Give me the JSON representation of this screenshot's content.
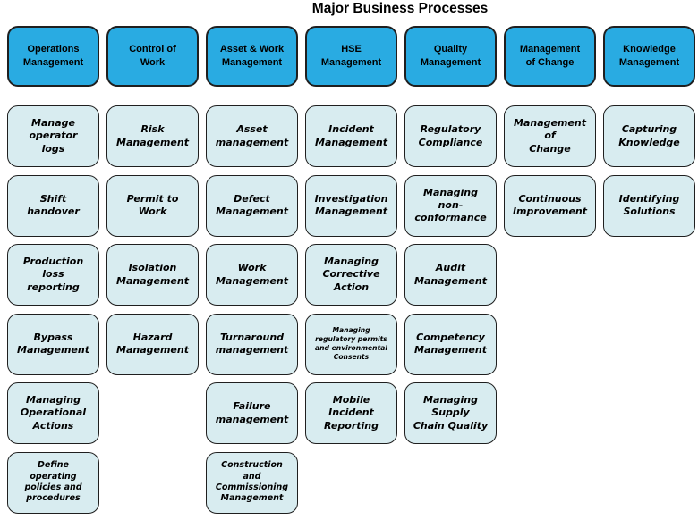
{
  "title": "Major Business Processes",
  "colors": {
    "header_fill": "#29ABE2",
    "item_fill": "#D8ECF0",
    "border": "#1F1F1F",
    "text": "#000000",
    "background": "#FFFFFF"
  },
  "columns": [
    {
      "id": "operations-management",
      "header": "Operations\nManagement",
      "items": [
        {
          "label": "Manage\noperator\nlogs"
        },
        {
          "label": "Shift\nhandover"
        },
        {
          "label": "Production\nloss\nreporting"
        },
        {
          "label": "Bypass\nManagement"
        },
        {
          "label": "Managing\nOperational\nActions"
        },
        {
          "label": "Define\noperating\npolicies and\nprocedures"
        }
      ]
    },
    {
      "id": "control-of-work",
      "header": "Control of\nWork",
      "items": [
        {
          "label": "Risk\nManagement"
        },
        {
          "label": "Permit to\nWork"
        },
        {
          "label": "Isolation\nManagement"
        },
        {
          "label": "Hazard\nManagement"
        }
      ]
    },
    {
      "id": "asset-and-work-management",
      "header": "Asset & Work\nManagement",
      "items": [
        {
          "label": "Asset\nmanagement"
        },
        {
          "label": "Defect\nManagement"
        },
        {
          "label": "Work\nManagement"
        },
        {
          "label": "Turnaround\nmanagement"
        },
        {
          "label": "Failure\nmanagement"
        },
        {
          "label": "Construction\nand\nCommissioning\nManagement"
        }
      ]
    },
    {
      "id": "hse-management",
      "header": "HSE\nManagement",
      "items": [
        {
          "label": "Incident\nManagement"
        },
        {
          "label": "Investigation\nManagement"
        },
        {
          "label": "Managing\nCorrective\nAction"
        },
        {
          "label": "Managing\nregulatory permits\nand environmental\nConsents",
          "small": true
        },
        {
          "label": "Mobile\nIncident\nReporting"
        }
      ]
    },
    {
      "id": "quality-management",
      "header": "Quality\nManagement",
      "items": [
        {
          "label": "Regulatory\nCompliance"
        },
        {
          "label": "Managing\nnon-\nconformance"
        },
        {
          "label": "Audit\nManagement"
        },
        {
          "label": "Competency\nManagement"
        },
        {
          "label": "Managing\nSupply\nChain Quality"
        }
      ]
    },
    {
      "id": "management-of-change",
      "header": "Management\nof Change",
      "items": [
        {
          "label": "Management\nof\nChange"
        },
        {
          "label": "Continuous\nImprovement"
        }
      ]
    },
    {
      "id": "knowledge-management",
      "header": "Knowledge\nManagement",
      "items": [
        {
          "label": "Capturing\nKnowledge"
        },
        {
          "label": "Identifying\nSolutions"
        }
      ]
    }
  ]
}
